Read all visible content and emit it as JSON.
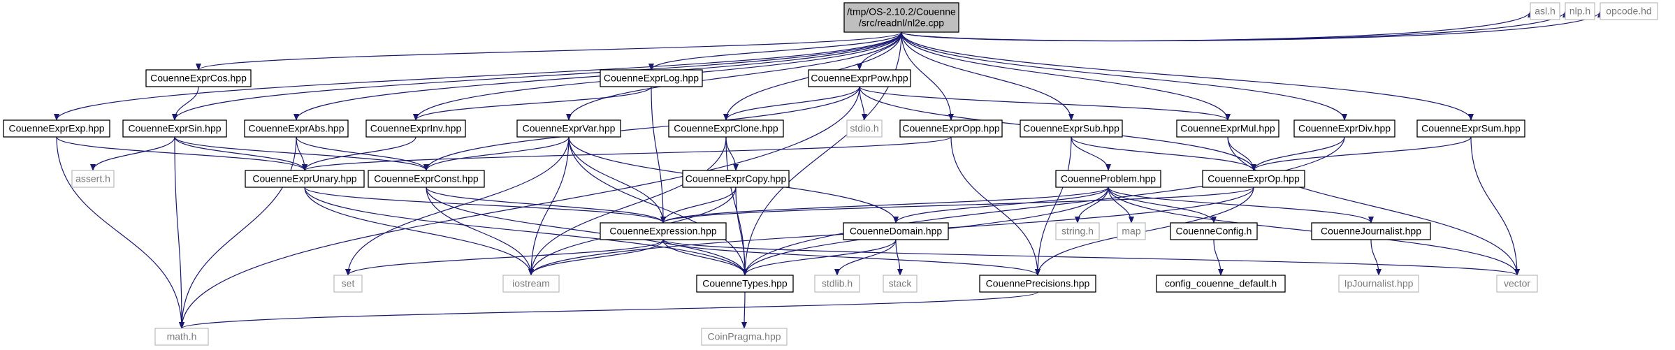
{
  "diagram": {
    "colors": {
      "edge": "#191970",
      "root_fill": "#bfbfbf",
      "file_fill": "#ffffff",
      "file_border": "#000000",
      "external_border": "#bfbfbf",
      "file_text": "#000000",
      "external_text": "#7a7a7a"
    },
    "nodes": [
      {
        "id": "root",
        "lines": [
          "/tmp/OS-2.10.2/Couenne",
          "/src/readnl/nl2e.cpp"
        ],
        "kind": "root"
      },
      {
        "id": "cexp",
        "lines": [
          "CouenneExprExp.hpp"
        ],
        "kind": "file"
      },
      {
        "id": "ccos",
        "lines": [
          "CouenneExprCos.hpp"
        ],
        "kind": "file"
      },
      {
        "id": "csin",
        "lines": [
          "CouenneExprSin.hpp"
        ],
        "kind": "file"
      },
      {
        "id": "cabs",
        "lines": [
          "CouenneExprAbs.hpp"
        ],
        "kind": "file"
      },
      {
        "id": "clog",
        "lines": [
          "CouenneExprLog.hpp"
        ],
        "kind": "file"
      },
      {
        "id": "cinv",
        "lines": [
          "CouenneExprInv.hpp"
        ],
        "kind": "file"
      },
      {
        "id": "cpow",
        "lines": [
          "CouenneExprPow.hpp"
        ],
        "kind": "file"
      },
      {
        "id": "cvar",
        "lines": [
          "CouenneExprVar.hpp"
        ],
        "kind": "file"
      },
      {
        "id": "cclone",
        "lines": [
          "CouenneExprClone.hpp"
        ],
        "kind": "file"
      },
      {
        "id": "stdio",
        "lines": [
          "stdio.h"
        ],
        "kind": "external"
      },
      {
        "id": "copp",
        "lines": [
          "CouenneExprOpp.hpp"
        ],
        "kind": "file"
      },
      {
        "id": "csub",
        "lines": [
          "CouenneExprSub.hpp"
        ],
        "kind": "file"
      },
      {
        "id": "cmul",
        "lines": [
          "CouenneExprMul.hpp"
        ],
        "kind": "file"
      },
      {
        "id": "cdiv",
        "lines": [
          "CouenneExprDiv.hpp"
        ],
        "kind": "file"
      },
      {
        "id": "csum",
        "lines": [
          "CouenneExprSum.hpp"
        ],
        "kind": "file"
      },
      {
        "id": "asl",
        "lines": [
          "asl.h"
        ],
        "kind": "external"
      },
      {
        "id": "nlp",
        "lines": [
          "nlp.h"
        ],
        "kind": "external"
      },
      {
        "id": "opcode",
        "lines": [
          "opcode.hd"
        ],
        "kind": "external"
      },
      {
        "id": "assert",
        "lines": [
          "assert.h"
        ],
        "kind": "external"
      },
      {
        "id": "cunary",
        "lines": [
          "CouenneExprUnary.hpp"
        ],
        "kind": "file"
      },
      {
        "id": "cconst",
        "lines": [
          "CouenneExprConst.hpp"
        ],
        "kind": "file"
      },
      {
        "id": "ccopy",
        "lines": [
          "CouenneExprCopy.hpp"
        ],
        "kind": "file"
      },
      {
        "id": "cproblem",
        "lines": [
          "CouenneProblem.hpp"
        ],
        "kind": "file"
      },
      {
        "id": "cop",
        "lines": [
          "CouenneExprOp.hpp"
        ],
        "kind": "file"
      },
      {
        "id": "cexpression",
        "lines": [
          "CouenneExpression.hpp"
        ],
        "kind": "file"
      },
      {
        "id": "cdomain",
        "lines": [
          "CouenneDomain.hpp"
        ],
        "kind": "file"
      },
      {
        "id": "string",
        "lines": [
          "string.h"
        ],
        "kind": "external"
      },
      {
        "id": "map",
        "lines": [
          "map"
        ],
        "kind": "external"
      },
      {
        "id": "cconfig",
        "lines": [
          "CouenneConfig.h"
        ],
        "kind": "file"
      },
      {
        "id": "cjournalist",
        "lines": [
          "CouenneJournalist.hpp"
        ],
        "kind": "file"
      },
      {
        "id": "set",
        "lines": [
          "set"
        ],
        "kind": "external"
      },
      {
        "id": "iostream",
        "lines": [
          "iostream"
        ],
        "kind": "external"
      },
      {
        "id": "ctypes",
        "lines": [
          "CouenneTypes.hpp"
        ],
        "kind": "file"
      },
      {
        "id": "stdlib",
        "lines": [
          "stdlib.h"
        ],
        "kind": "external"
      },
      {
        "id": "stack",
        "lines": [
          "stack"
        ],
        "kind": "external"
      },
      {
        "id": "cprecisions",
        "lines": [
          "CouennePrecisions.hpp"
        ],
        "kind": "file"
      },
      {
        "id": "configdef",
        "lines": [
          "config_couenne_default.h"
        ],
        "kind": "file"
      },
      {
        "id": "ipjournalist",
        "lines": [
          "IpJournalist.hpp"
        ],
        "kind": "external"
      },
      {
        "id": "vector",
        "lines": [
          "vector"
        ],
        "kind": "external"
      },
      {
        "id": "math",
        "lines": [
          "math.h"
        ],
        "kind": "external"
      },
      {
        "id": "coinpragma",
        "lines": [
          "CoinPragma.hpp"
        ],
        "kind": "external"
      }
    ],
    "edges": [
      [
        "root",
        "cexp"
      ],
      [
        "root",
        "ccos"
      ],
      [
        "root",
        "csin"
      ],
      [
        "root",
        "cabs"
      ],
      [
        "root",
        "clog"
      ],
      [
        "root",
        "cinv"
      ],
      [
        "root",
        "cpow"
      ],
      [
        "root",
        "cvar"
      ],
      [
        "root",
        "cclone"
      ],
      [
        "root",
        "copp"
      ],
      [
        "root",
        "csub"
      ],
      [
        "root",
        "cmul"
      ],
      [
        "root",
        "cdiv"
      ],
      [
        "root",
        "csum"
      ],
      [
        "root",
        "asl"
      ],
      [
        "root",
        "nlp"
      ],
      [
        "root",
        "opcode"
      ],
      [
        "root",
        "ctypes"
      ],
      [
        "cexp",
        "cunary"
      ],
      [
        "cexp",
        "math"
      ],
      [
        "ccos",
        "csin"
      ],
      [
        "csin",
        "cunary"
      ],
      [
        "csin",
        "cconst"
      ],
      [
        "csin",
        "assert"
      ],
      [
        "csin",
        "math"
      ],
      [
        "cabs",
        "cunary"
      ],
      [
        "cabs",
        "cconst"
      ],
      [
        "cabs",
        "math"
      ],
      [
        "clog",
        "cinv"
      ],
      [
        "clog",
        "cexpression"
      ],
      [
        "cinv",
        "cunary"
      ],
      [
        "cpow",
        "cconst"
      ],
      [
        "cpow",
        "cclone"
      ],
      [
        "cpow",
        "stdio"
      ],
      [
        "cpow",
        "cmul"
      ],
      [
        "cpow",
        "cop"
      ],
      [
        "cpow",
        "math"
      ],
      [
        "cvar",
        "cconst"
      ],
      [
        "cvar",
        "cexpression"
      ],
      [
        "cvar",
        "cdomain"
      ],
      [
        "cvar",
        "iostream"
      ],
      [
        "cvar",
        "ctypes"
      ],
      [
        "cvar",
        "set"
      ],
      [
        "cclone",
        "ccopy"
      ],
      [
        "cclone",
        "iostream"
      ],
      [
        "cclone",
        "ctypes"
      ],
      [
        "copp",
        "cunary"
      ],
      [
        "copp",
        "cprecisions"
      ],
      [
        "csub",
        "cproblem"
      ],
      [
        "csub",
        "cop"
      ],
      [
        "csub",
        "cprecisions"
      ],
      [
        "cmul",
        "cop"
      ],
      [
        "cmul",
        "vector"
      ],
      [
        "cdiv",
        "cop"
      ],
      [
        "cdiv",
        "ctypes"
      ],
      [
        "csum",
        "cop"
      ],
      [
        "csum",
        "vector"
      ],
      [
        "cunary",
        "cexpression"
      ],
      [
        "cunary",
        "ctypes"
      ],
      [
        "cunary",
        "iostream"
      ],
      [
        "cconst",
        "cexpression"
      ],
      [
        "cconst",
        "ctypes"
      ],
      [
        "cconst",
        "iostream"
      ],
      [
        "ccopy",
        "cexpression"
      ],
      [
        "ccopy",
        "ctypes"
      ],
      [
        "ccopy",
        "iostream"
      ],
      [
        "cproblem",
        "cexpression"
      ],
      [
        "cproblem",
        "cdomain"
      ],
      [
        "cproblem",
        "string"
      ],
      [
        "cproblem",
        "map"
      ],
      [
        "cproblem",
        "cconfig"
      ],
      [
        "cproblem",
        "cjournalist"
      ],
      [
        "cproblem",
        "ctypes"
      ],
      [
        "cproblem",
        "vector"
      ],
      [
        "cop",
        "cexpression"
      ],
      [
        "cop",
        "iostream"
      ],
      [
        "cop",
        "cprecisions"
      ],
      [
        "cexpression",
        "set"
      ],
      [
        "cexpression",
        "iostream"
      ],
      [
        "cexpression",
        "ctypes"
      ],
      [
        "cexpression",
        "cprecisions"
      ],
      [
        "cexpression",
        "vector"
      ],
      [
        "cdomain",
        "ctypes"
      ],
      [
        "cdomain",
        "stdlib"
      ],
      [
        "cdomain",
        "stack"
      ],
      [
        "cconfig",
        "configdef"
      ],
      [
        "cjournalist",
        "ipjournalist"
      ],
      [
        "ctypes",
        "coinpragma"
      ],
      [
        "cprecisions",
        "math"
      ]
    ]
  }
}
